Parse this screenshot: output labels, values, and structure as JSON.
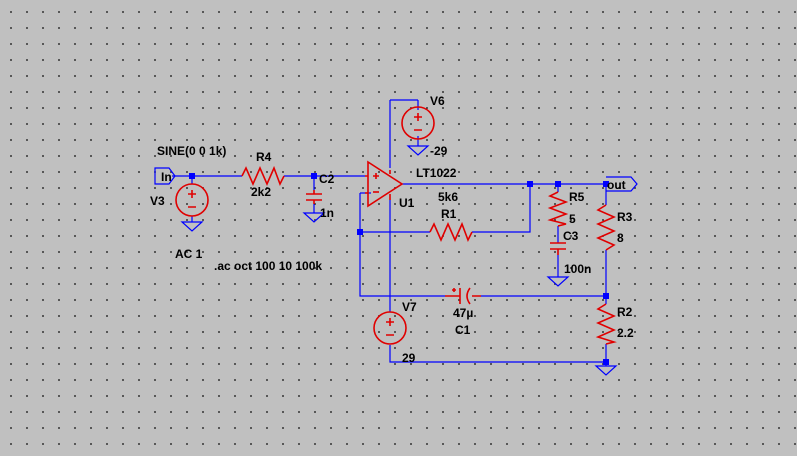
{
  "colors": {
    "background": "#c0c0c0",
    "wire": "#0000ff",
    "component": "#e00000",
    "text": "#000000"
  },
  "directives": {
    "source_function": "SINE(0 0 1k)",
    "ac_source": "AC 1",
    "analysis": ".ac oct 100 10 100k"
  },
  "net_labels": {
    "input": "In",
    "output": "out"
  },
  "components": {
    "V3": {
      "name": "V3"
    },
    "V6": {
      "name": "V6",
      "value": "-29"
    },
    "V7": {
      "name": "V7",
      "value": "29"
    },
    "R4": {
      "name": "R4",
      "value": "2k2"
    },
    "C2": {
      "name": "C2",
      "value": "1n"
    },
    "U1": {
      "name": "U1",
      "model": "LT1022"
    },
    "R1": {
      "name": "R1",
      "value": "5k6"
    },
    "R5": {
      "name": "R5",
      "value": "5"
    },
    "C3": {
      "name": "C3",
      "value": "100n"
    },
    "R3": {
      "name": "R3",
      "value": "8"
    },
    "R2": {
      "name": "R2",
      "value": "2.2"
    },
    "C1": {
      "name": "C1",
      "value": "47µ"
    }
  }
}
